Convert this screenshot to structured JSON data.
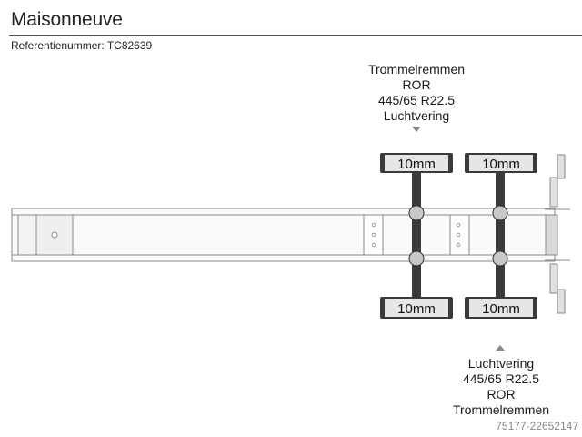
{
  "header": {
    "title": "Maisonneuve",
    "reference": "Referentienummer: TC82639"
  },
  "axle_top_spec": [
    "Trommelremmen",
    "ROR",
    "445/65 R22.5",
    "Luchtvering"
  ],
  "axle_bottom_spec": [
    "Luchtvering",
    "445/65 R22.5",
    "ROR",
    "Trommelremmen"
  ],
  "tyres": {
    "axle1_top": "10mm",
    "axle2_top": "10mm",
    "axle1_bottom": "10mm",
    "axle2_bottom": "10mm"
  },
  "footer": {
    "id": "75177-22652147"
  },
  "colors": {
    "tyre_fill": "#e6e6e6",
    "axle_bar": "#3a3a3a",
    "hub": "#c8c8c8",
    "arrow": "#888888"
  }
}
